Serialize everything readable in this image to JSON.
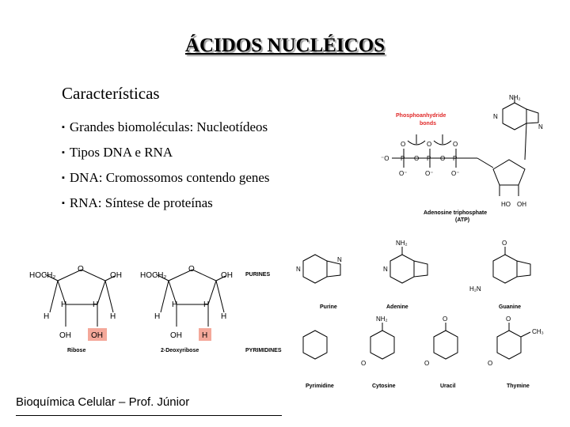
{
  "slide": {
    "title": "ÁCIDOS NUCLÉICOS",
    "subtitle": "Características",
    "bullets": [
      "Grandes biomoléculas: Nucleotídeos",
      "Tipos DNA e RNA",
      "DNA: Cromossomos contendo genes",
      "RNA: Síntese de proteínas"
    ],
    "footer": "Bioquímica Celular – Prof. Júnior"
  },
  "figures": {
    "atp": {
      "bond_label_1": "Phosphoanhydride",
      "bond_label_2": "bonds",
      "caption_1": "Adenosine triphosphate",
      "caption_2": "(ATP)"
    },
    "sugars": {
      "ribose": "Ribose",
      "deoxyribose": "2-Deoxyribose"
    },
    "bases": {
      "purines_label": "PURINES",
      "pyrimidines_label": "PYRIMIDINES",
      "purine": "Purine",
      "adenine": "Adenine",
      "guanine": "Guanine",
      "pyrimidine": "Pyrimidine",
      "cytosine": "Cytosine",
      "uracil": "Uracil",
      "thymine": "Thymine"
    },
    "colors": {
      "bond_label": "#e02828",
      "highlight": "#f4a89a"
    }
  }
}
